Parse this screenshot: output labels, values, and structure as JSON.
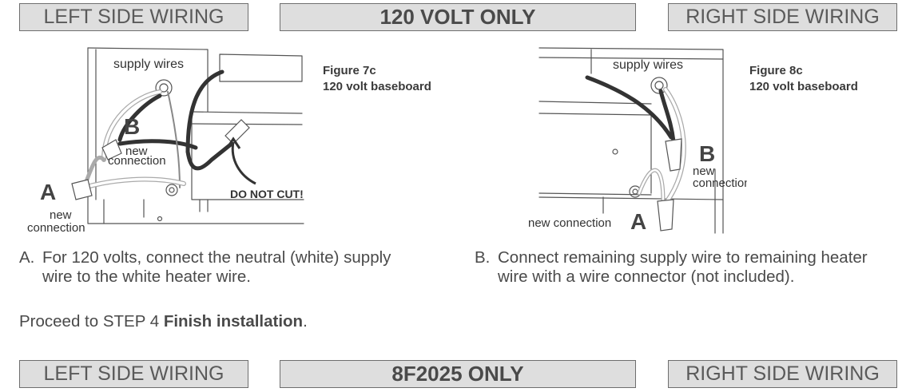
{
  "top_bar": {
    "left": "LEFT SIDE WIRING",
    "center": "120 VOLT ONLY",
    "right": "RIGHT SIDE WIRING"
  },
  "bottom_bar": {
    "left": "LEFT SIDE WIRING",
    "center": "8F2025 ONLY",
    "right": "RIGHT SIDE WIRING"
  },
  "figure_left": {
    "caption_line1": "Figure 7c",
    "caption_line2": "120 volt baseboard",
    "label_supply_wires": "supply wires",
    "label_a": "A",
    "label_b": "B",
    "label_new1": "new",
    "label_connection1": "connection",
    "label_new2": "new",
    "label_connection2": "connection",
    "label_do_not_cut": "DO NOT CUT!"
  },
  "figure_right": {
    "caption_line1": "Figure 8c",
    "caption_line2": "120 volt baseboard",
    "label_supply_wires": "supply wires",
    "label_a": "A",
    "label_b": "B",
    "label_new_b": "new",
    "label_connection_b": "connection",
    "label_new_connection_a": "new connection"
  },
  "instructions": {
    "a_label": "A.",
    "a_text": "For 120 volts, connect the neutral (white) supply wire to the white heater wire.",
    "b_label": "B.",
    "b_text": "Connect remaining supply wire to remaining heater wire with a wire connector (not included).",
    "proceed_prefix": "Proceed to STEP 4 ",
    "proceed_bold": "Finish installation",
    "proceed_suffix": "."
  }
}
